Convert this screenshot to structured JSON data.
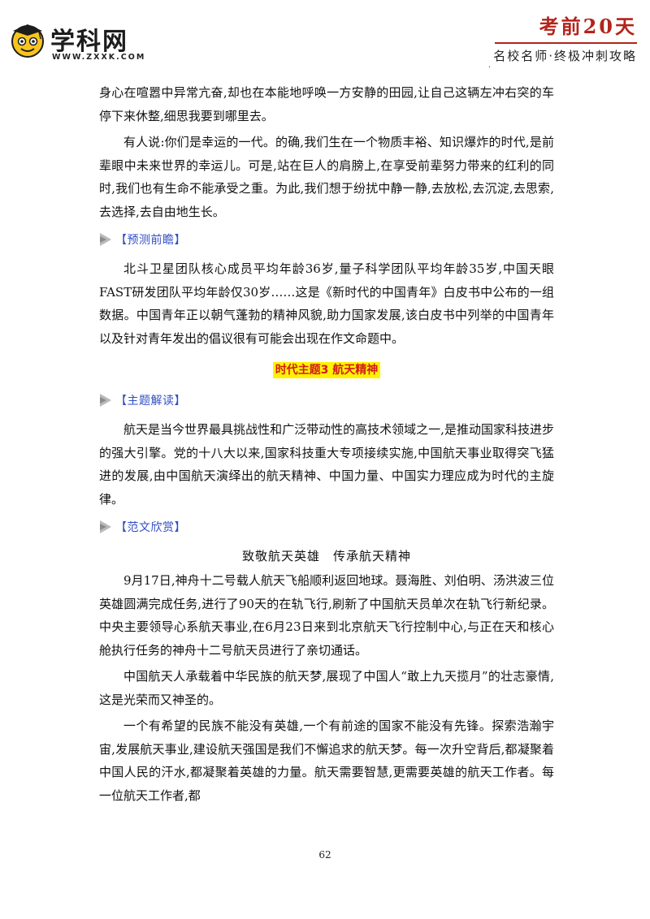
{
  "header": {
    "brand": "学科网",
    "url": "WWW.ZXXK.COM",
    "title": "考前20天",
    "subtitle": "名校名师·终极冲刺攻略",
    "dot": "·"
  },
  "paragraphs_top": [
    "身心在喧嚣中异常亢奋,却也在本能地呼唤一方安静的田园,让自己这辆左冲右突的车停下来休整,细思我要到哪里去。",
    "有人说:你们是幸运的一代。的确,我们生在一个物质丰裕、知识爆炸的时代,是前辈眼中未来世界的幸运儿。可是,站在巨人的肩膀上,在享受前辈努力带来的红利的同时,我们也有生命不能承受之重。为此,我们想于纷扰中静一静,去放松,去沉淀,去思索,去选择,去自由地生长。"
  ],
  "section_forecast": {
    "label": "【预测前瞻】",
    "text": "北斗卫星团队核心成员平均年龄36岁,量子科学团队平均年龄35岁,中国天眼FAST研发团队平均年龄仅30岁……这是《新时代的中国青年》白皮书中公布的一组数据。中国青年正以朝气蓬勃的精神风貌,助力国家发展,该白皮书中列举的中国青年以及针对青年发出的倡议很有可能会出现在作文命题中。"
  },
  "topic_heading": "时代主题3 航天精神",
  "section_interpret": {
    "label": "【主题解读】",
    "text": "航天是当今世界最具挑战性和广泛带动性的高技术领域之一,是推动国家科技进步的强大引擎。党的十八大以来,国家科技重大专项接续实施,中国航天事业取得突飞猛进的发展,由中国航天演绎出的航天精神、中国力量、中国实力理应成为时代的主旋律。"
  },
  "section_essay": {
    "label": "【范文欣赏】",
    "title": "致敬航天英雄　传承航天精神",
    "paragraphs": [
      "9月17日,神舟十二号载人航天飞船顺利返回地球。聂海胜、刘伯明、汤洪波三位英雄圆满完成任务,进行了90天的在轨飞行,刷新了中国航天员单次在轨飞行新纪录。中央主要领导心系航天事业,在6月23日来到北京航天飞行控制中心,与正在天和核心舱执行任务的神舟十二号航天员进行了亲切通话。",
      "中国航天人承载着中华民族的航天梦,展现了中国人“敢上九天揽月”的壮志豪情,这是光荣而又神圣的。",
      "一个有希望的民族不能没有英雄,一个有前途的国家不能没有先锋。探索浩瀚宇宙,发展航天事业,建设航天强国是我们不懈追求的航天梦。每一次升空背后,都凝聚着中国人民的汗水,都凝聚着英雄的力量。航天需要智慧,更需要英雄的航天工作者。每一位航天工作者,都"
    ]
  },
  "page_number": "62",
  "colors": {
    "accent_red": "#b3241b",
    "marker_blue": "#2f4fc4",
    "highlight_yellow": "#fff200",
    "topic_red": "#d21b1b"
  }
}
